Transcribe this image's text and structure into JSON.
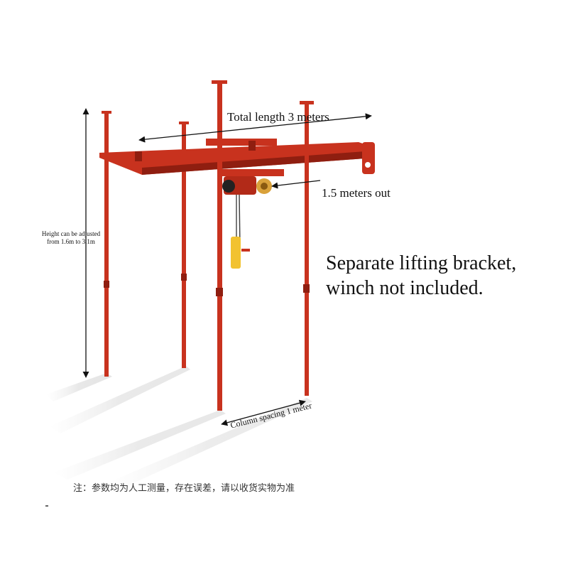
{
  "image": {
    "subject": "red portable lifting bracket frame with four columns and electric hoist",
    "colors": {
      "frame": "#c8321e",
      "frame_dark": "#8f1e10",
      "hoist_body": "#b22a18",
      "hoist_wheel": "#d9a13a",
      "pendant": "#f2c230",
      "shadow": "#d9d9d9",
      "annotation": "#111111"
    }
  },
  "annotations": {
    "total_length": "Total length 3 meters",
    "meters_out": "1.5 meters out",
    "height_line1": "Height can be adjusted",
    "height_line2": "from 1.6m to 3.1m",
    "column_spacing": "Column spacing 1 meter"
  },
  "note": {
    "line1": "Separate lifting bracket,",
    "line2": "winch not included."
  },
  "footnote": "注：参数均为人工测量，存在误差，请以收货实物为准"
}
